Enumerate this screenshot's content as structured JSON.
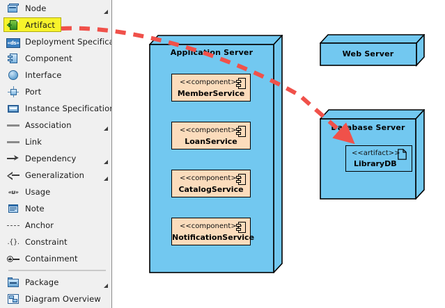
{
  "palette": {
    "items": [
      {
        "label": "Node",
        "icon": "node-icon",
        "expandable": true,
        "selected": false
      },
      {
        "label": "Artifact",
        "icon": "artifact-icon",
        "expandable": false,
        "selected": true
      },
      {
        "label": "Deployment Specification",
        "icon": "deployment-specification-icon",
        "expandable": false,
        "selected": false
      },
      {
        "label": "Component",
        "icon": "component-icon",
        "expandable": false,
        "selected": false
      },
      {
        "label": "Interface",
        "icon": "interface-icon",
        "expandable": false,
        "selected": false
      },
      {
        "label": "Port",
        "icon": "port-icon",
        "expandable": false,
        "selected": false
      },
      {
        "label": "Instance Specification",
        "icon": "instance-specification-icon",
        "expandable": false,
        "selected": false
      },
      {
        "label": "Association",
        "icon": "association-line-icon",
        "expandable": true,
        "selected": false
      },
      {
        "label": "Link",
        "icon": "link-line-icon",
        "expandable": false,
        "selected": false
      },
      {
        "label": "Dependency",
        "icon": "dependency-arrow-icon",
        "expandable": true,
        "selected": false
      },
      {
        "label": "Generalization",
        "icon": "generalization-arrow-icon",
        "expandable": true,
        "selected": false
      },
      {
        "label": "Usage",
        "icon": "usage-icon",
        "expandable": false,
        "selected": false
      },
      {
        "label": "Note",
        "icon": "note-icon",
        "expandable": false,
        "selected": false
      },
      {
        "label": "Anchor",
        "icon": "anchor-line-icon",
        "expandable": false,
        "selected": false
      },
      {
        "label": "Constraint",
        "icon": "constraint-icon",
        "expandable": false,
        "selected": false
      },
      {
        "label": "Containment",
        "icon": "containment-icon",
        "expandable": false,
        "selected": false
      },
      {
        "label": "Package",
        "icon": "package-icon",
        "expandable": true,
        "selected": false
      },
      {
        "label": "Diagram Overview",
        "icon": "diagram-overview-icon",
        "expandable": false,
        "selected": false
      }
    ]
  },
  "colors": {
    "node_fill": "#72c8f0",
    "node_side": "#72c8f0",
    "component_fill": "#fbdcbc",
    "stroke": "#000000",
    "highlight": "#f7f32b",
    "arrow": "#f0514a",
    "palette_bg": "#f0f0f0"
  },
  "canvas": {
    "nodes": [
      {
        "name": "application-server",
        "title": "Application Server",
        "components": [
          {
            "stereotype": "<<component>>",
            "name": "MemberService"
          },
          {
            "stereotype": "<<component>>",
            "name": "LoanService"
          },
          {
            "stereotype": "<<component>>",
            "name": "CatalogService"
          },
          {
            "stereotype": "<<component>>",
            "name": "NotificationService"
          }
        ]
      },
      {
        "name": "web-server",
        "title": "Web Server",
        "components": []
      },
      {
        "name": "database-server",
        "title": "Database Server",
        "artifacts": [
          {
            "stereotype": "<<artifact>>",
            "name": "LibraryDB"
          }
        ]
      }
    ],
    "annotation": {
      "name": "drag-hint-arrow",
      "from": "Artifact",
      "to": "LibraryDB"
    }
  }
}
